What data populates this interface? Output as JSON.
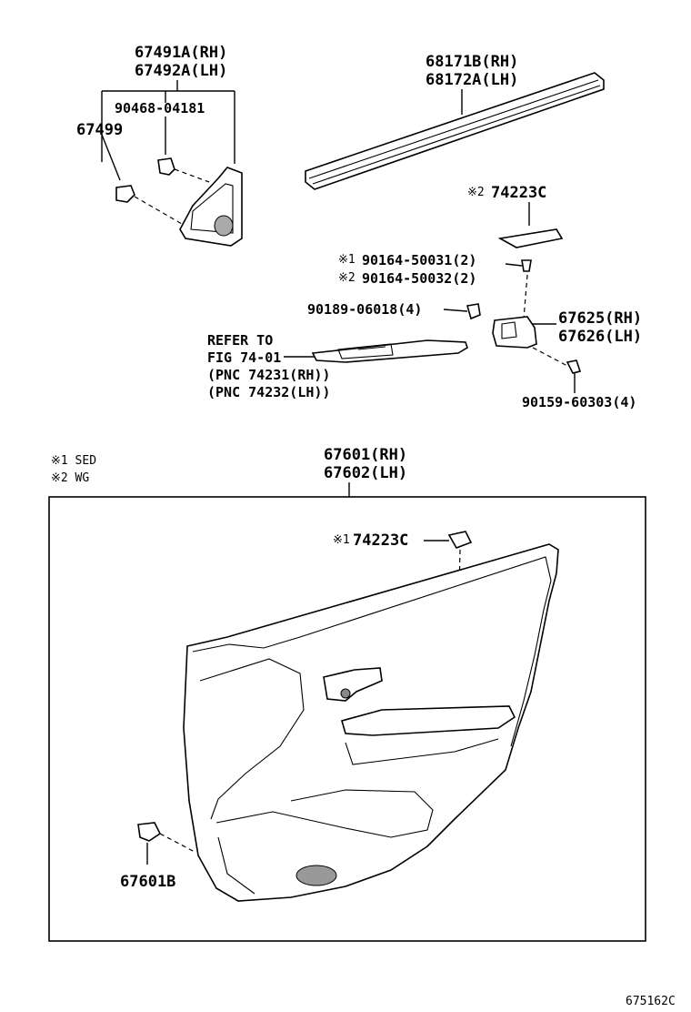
{
  "labels": {
    "l_67491A": "67491A(RH)",
    "l_67492A": "67492A(LH)",
    "l_90468": "90468-04181",
    "l_67499": "67499",
    "l_68171B": "68171B(RH)",
    "l_68172A": "68172A(LH)",
    "l_2_74223C_mark": "※2",
    "l_2_74223C": "74223C",
    "l_1_mark_a": "※1",
    "l_90164_50031": "90164-50031(2)",
    "l_2_mark_b": "※2",
    "l_90164_50032": "90164-50032(2)",
    "l_90189": "90189-06018(4)",
    "l_67625": "67625(RH)",
    "l_67626": "67626(LH)",
    "l_refer1": "REFER TO",
    "l_refer2": "FIG 74-01",
    "l_refer3": "(PNC 74231(RH))",
    "l_refer4": "(PNC 74232(LH))",
    "l_90159": "90159-60303(4)",
    "l_legend1": "※1 SED",
    "l_legend2": "※2 WG",
    "l_67601": "67601(RH)",
    "l_67602": "67602(LH)",
    "l_1_mark_c": "※1",
    "l_1_74223C": "74223C",
    "l_67601B": "67601B",
    "l_figno": "675162C"
  }
}
